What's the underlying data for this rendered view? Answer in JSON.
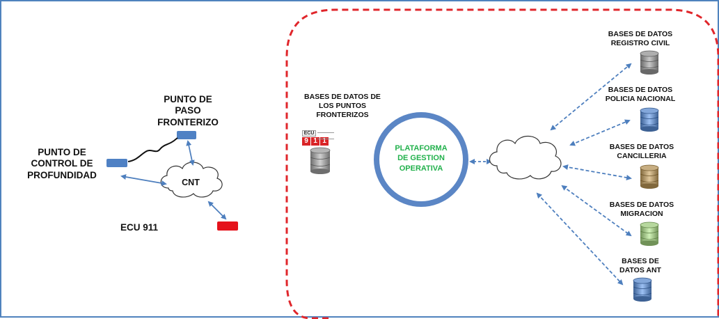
{
  "left": {
    "punto_paso": "PUNTO DE\nPASO\nFRONTERIZO",
    "punto_control": "PUNTO DE\nCONTROL DE\nPROFUNDIDAD",
    "cloud": "CNT",
    "ecu911": "ECU 911"
  },
  "center": {
    "db_fronterizos": "BASES DE DATOS DE\nLOS PUNTOS\nFRONTERIZOS",
    "logo_top": "ECU",
    "logo_digits": [
      "9",
      "1",
      "1"
    ],
    "platform": "PLATAFORMA\nDE GESTION\nOPERATIVA"
  },
  "databases": [
    {
      "label": "BASES DE DATOS\nREGISTRO CIVIL",
      "color": "#9a9a9a"
    },
    {
      "label": "BASES DE DATOS\nPOLICIA NACIONAL",
      "color": "#6f93c6"
    },
    {
      "label": "BASES DE DATOS\nCANCILLERIA",
      "color": "#b39a6e"
    },
    {
      "label": "BASES DE DATOS\nMIGRACION",
      "color": "#a3c48a"
    },
    {
      "label": "BASES DE\nDATOS ANT",
      "color": "#6f93c6"
    }
  ],
  "colors": {
    "frame": "#4f82bd",
    "dashed_region": "#e0262b",
    "device_blue": "#4f81c4",
    "device_red": "#e5121b",
    "arrow": "#4e7fbe",
    "platform_ring": "#5b86c5",
    "platform_text": "#22b14c"
  }
}
